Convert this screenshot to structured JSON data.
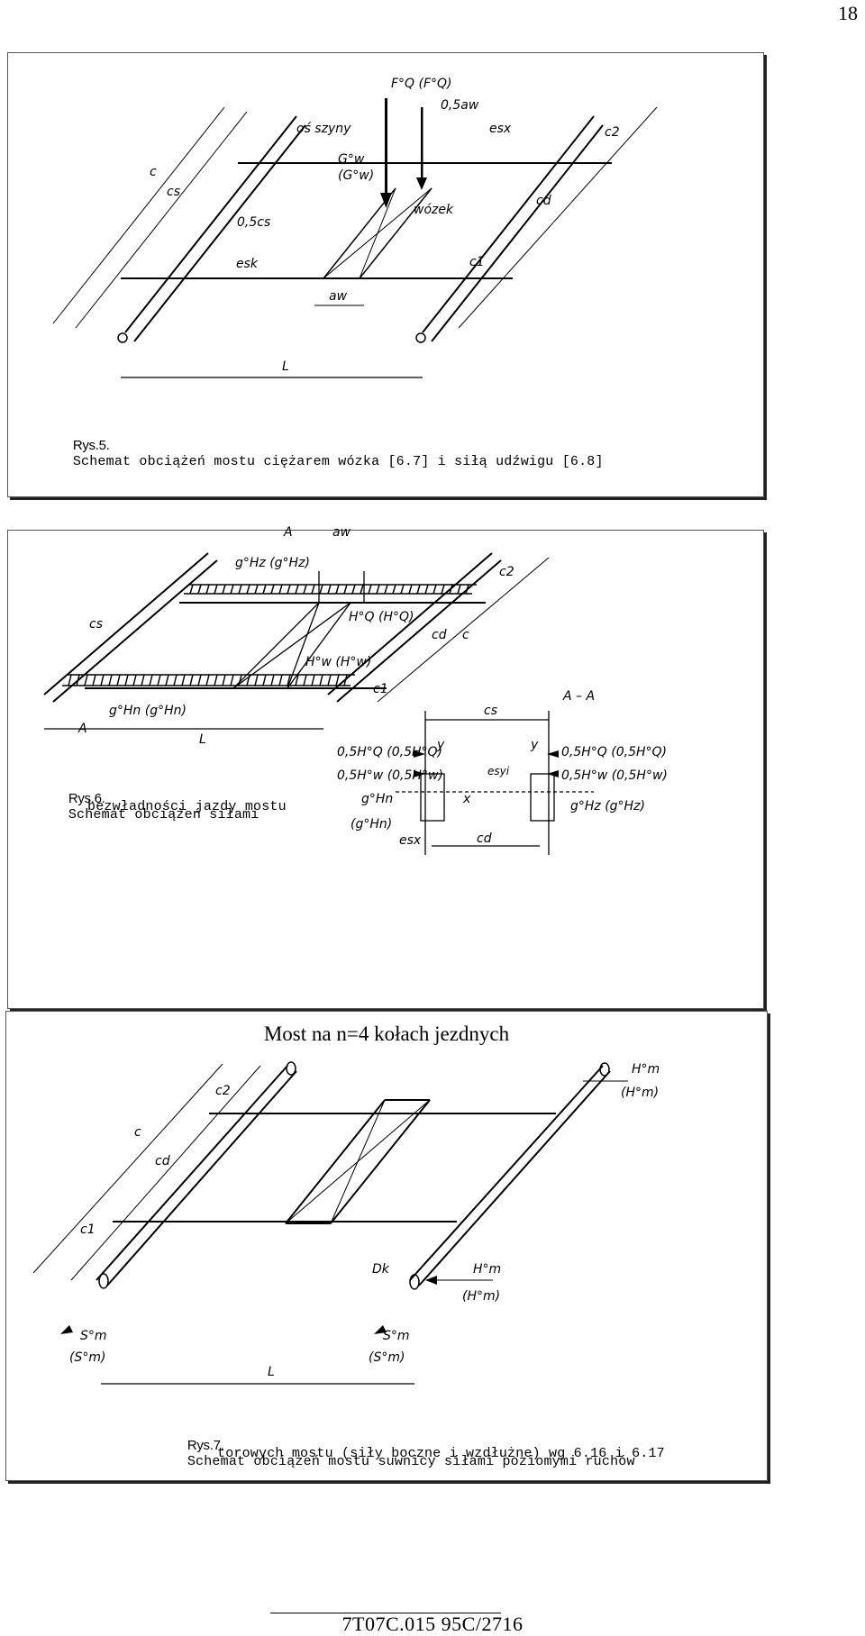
{
  "page_number": "18",
  "figure5": {
    "caption_label": "Rys.5.",
    "caption_text": "Schemat obciążeń mostu ciężarem wózka [6.7] i siłą udźwigu [6.8]",
    "labels": {
      "force": "F°Q (F°Q)",
      "rail_axis": "oś szyny",
      "half_aw": "0,5aw",
      "esx_top": "esx",
      "gw": "G°w",
      "gw_c": "(G°w)",
      "trolley": "wózek",
      "c2": "c2",
      "cs": "cs",
      "c": "c",
      "half_cs": "0,5cs",
      "esk": "esk",
      "aw": "aw",
      "cd": "cd",
      "c1": "c1",
      "L": "L"
    }
  },
  "figure6": {
    "caption_label": "Rys.6.",
    "caption_line1": "Schemat obciążeń siłami",
    "caption_line2": "bezwładności jazdy mostu",
    "labels": {
      "A_top": "A",
      "aw": "aw",
      "ghz": "g°Hz (g°Hz)",
      "c2": "c2",
      "cs": "cs",
      "hq": "H°Q (H°Q)",
      "cd": "cd",
      "c": "c",
      "hw": "H°w (H°w)",
      "c1": "c1",
      "ghn": "g°Hn (g°Hn)",
      "A_bottom": "A",
      "L": "L",
      "cs_section": "cs",
      "section": "A – A",
      "half_hq_left": "0,5H°Q (0,5H°Q)",
      "half_hw_left": "0,5H°w (0,5H°w)",
      "half_hq_right": "0,5H°Q (0,5H°Q)",
      "half_hw_right": "0,5H°w (0,5H°w)",
      "y_left": "y",
      "y_right": "y",
      "esyi": "esyi",
      "x": "x",
      "ghn_sec": "g°Hn",
      "ghn_sec_c": "(g°Hn)",
      "ghz_sec": "g°Hz (g°Hz)",
      "esx": "esx",
      "cd_sec": "cd"
    }
  },
  "figure7": {
    "title": "Most na n=4 kołach jezdnych",
    "caption_label": "Rys.7.",
    "caption_line1": "Schemat obciążeń mostu suwnicy siłami poziomymi ruchów",
    "caption_line2": "torowych mostu (siły boczne i wzdłużne) wg 6.16 i 6.17",
    "labels": {
      "c2": "c2",
      "c": "c",
      "cd": "cd",
      "c1": "c1",
      "hm_top": "H°m",
      "hm_top_c": "(H°m)",
      "dk": "Dk",
      "hm_mid": "H°m",
      "hm_mid_c": "(H°m)",
      "sm_left": "S°m",
      "sm_left_c": "(S°m)",
      "sm_right": "S°m",
      "sm_right_c": "(S°m)",
      "L": "L"
    }
  },
  "footer": {
    "code": "7T07C.015 95C/2716"
  }
}
